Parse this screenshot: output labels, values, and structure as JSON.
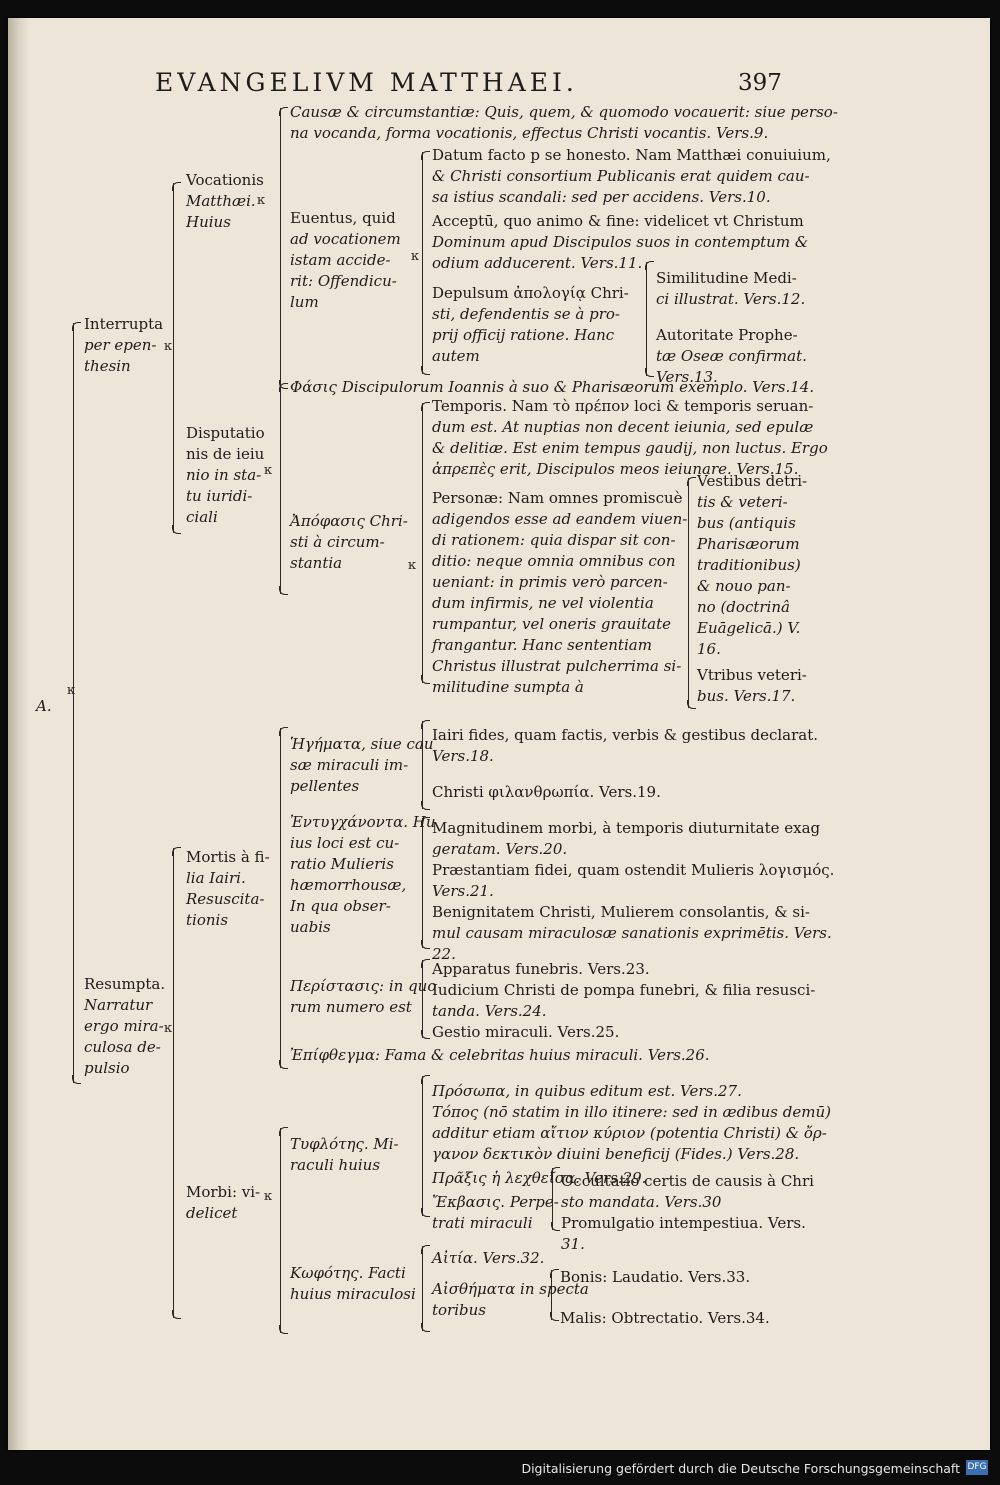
{
  "header": {
    "title": "EVANGELIVM MATTHAEI.",
    "page_number": "397"
  },
  "root_label": "A.",
  "interrupta": {
    "label": [
      "Interrupta",
      "per epen-",
      "thesin"
    ],
    "vocationis": {
      "label": [
        "Vocationis",
        "Matthæi.",
        "Huius"
      ],
      "causae": [
        "Causæ & circumstantiæ: Quis, quem, & quomodo vocauerit: siue perso-",
        "na vocanda, forma vocationis, effectus Christi vocantis. Vers.9."
      ],
      "eventus": {
        "label": [
          "Euentus, quid",
          "ad vocationem",
          "istam accide-",
          "rit: Offendicu-",
          "lum"
        ],
        "datum": [
          "Datum facto p se honesto. Nam Matthæi conuiuium,",
          "& Christi consortium Publicanis erat quidem cau-",
          "sa istius scandali: sed per accidens. Vers.10."
        ],
        "acceptum": [
          "Acceptū, quo animo & fine: videlicet vt Christum",
          "Dominum apud Discipulos suos in contemptum &",
          "odium adducerent. Vers.11."
        ],
        "depulsum": {
          "label": [
            "Depulsum ἀπολογίᾳ Chri-",
            "sti, defendentis se à pro-",
            "prij officij ratione. Hanc",
            "autem"
          ],
          "similitudine": [
            "Similitudine Medi-",
            "ci illustrat. Vers.12."
          ],
          "autoritate": [
            "Autoritate Prophe-",
            "tæ Oseæ confirmat.",
            "Vers.13."
          ]
        }
      }
    },
    "disputatio": {
      "label": [
        "Disputatio",
        "nis de ieiu",
        "nio in sta-",
        "tu iuridi-",
        "ciali"
      ],
      "phasis": "Φάσις Discipulorum Ioannis à suo & Pharisæorum exemplo. Vers.14.",
      "temporis": [
        "Temporis. Nam τὸ πρέπον loci & temporis seruan-",
        "dum est. At nuptias non decent ieiunia, sed epulæ",
        "& delitiæ. Est enim tempus gaudij, non luctus. Ergo",
        "ἀπρεπὲς erit, Discipulos meos ieiunare. Vers.15."
      ],
      "apophasis": [
        "Ἀπόφασις Chri-",
        "sti à circum-",
        "stantia"
      ],
      "personae": [
        "Personæ: Nam omnes promiscuè",
        "adigendos esse ad eandem viuen-",
        "di rationem: quia dispar sit con-",
        "ditio: neque omnia omnibus con",
        "ueniant: in primis verò parcen-",
        "dum infirmis, ne vel violentia",
        "rumpantur, vel oneris grauitate",
        "frangantur. Hanc sententiam",
        "Christus illustrat pulcherrima si-",
        "militudine sumpta à"
      ],
      "vestibus": [
        "Vestibus detri-",
        "tis & veteri-",
        "bus (antiquis",
        "Pharisæorum",
        "traditionibus)",
        "& nouo pan-",
        "no (doctrinâ",
        "Euāgelicā.) V.",
        "16."
      ],
      "vtribus": [
        "Vtribus veteri-",
        "bus. Vers.17."
      ]
    }
  },
  "resumpta": {
    "label": [
      "Resumpta.",
      "Narratur",
      "ergo mira-",
      "culosa de-",
      "pulsio"
    ],
    "mortis": {
      "label": [
        "Mortis à fi-",
        "lia Iairi.",
        "Resuscita-",
        "tionis"
      ],
      "hegemata": {
        "label": [
          "Ἡγήματα, siue cau",
          "sæ miraculi im-",
          "pellentes"
        ],
        "iairi": [
          "Iairi fides, quam factis, verbis & gestibus declarat.",
          "Vers.18."
        ],
        "christi": "Christi φιλανθρωπία. Vers.19."
      },
      "entynchanonta": {
        "label": [
          "Ἐντυγχάνοντα. Hu",
          "ius loci est cu-",
          "ratio Mulieris",
          "hæmorrhousæ,",
          "In qua obser-",
          "uabis"
        ],
        "magnitudinem": [
          "Magnitudinem morbi, à temporis diuturnitate exag",
          "geratam. Vers.20."
        ],
        "praestantiam": [
          "Præstantiam fidei, quam ostendit Mulieris λογισμός.",
          "Vers.21."
        ],
        "benignitatem": [
          "Benignitatem Christi, Mulierem consolantis, & si-",
          "mul causam miraculosæ sanationis exprimētis. Vers.",
          "22."
        ]
      },
      "peristasis": {
        "label": [
          "Περίστασις: in quo",
          "rum numero est"
        ],
        "apparatus": "Apparatus funebris. Vers.23.",
        "iudicium": [
          "Iudicium Christi de pompa funebri, & filia resusci-",
          "tanda. Vers.24."
        ],
        "gestio": "Gestio miraculi. Vers.25."
      },
      "epiphonema": "Ἐπίφθεγμα: Fama & celebritas huius miraculi. Vers.26."
    },
    "morbi": {
      "label": [
        "Morbi: vi-",
        "delicet"
      ],
      "typhlotes": {
        "label": [
          "Τυφλότης. Mi-",
          "raculi huius"
        ],
        "prosopa": "Πρόσωπα, in quibus editum est. Vers.27.",
        "topos": [
          "Τόπος (nō statim in illo itinere: sed in ædibus demū)",
          "additur etiam αἴτιον κύριον (potentia Christi) & ὄρ-",
          "γανον δεκτικὸν diuini beneficij (Fides.) Vers.28."
        ],
        "praxis": "Πρᾶξις ἡ λεχθεῖσα. Vers.29.",
        "exodos": {
          "label": [
            "Ἔκβασις. Perpe-",
            "trati miraculi"
          ],
          "occultatio": [
            "Occultatio certis de causis à Chri",
            "sto mandata. Vers.30"
          ],
          "promulgatio": [
            "Promulgatio intempestiua. Vers.",
            "31."
          ]
        }
      },
      "kophotes": {
        "label": [
          "Κωφότης. Facti",
          "huius miraculosi"
        ],
        "aitia": "Αἰτία. Vers.32.",
        "aisthemata": {
          "label": [
            "Αἰσθήματα in specta",
            "toribus"
          ],
          "bonis": "Bonis: Laudatio. Vers.33.",
          "malis": "Malis: Obtrectatio. Vers.34."
        }
      }
    }
  },
  "footer": {
    "text": "Digitalisierung gefördert durch die Deutsche Forschungsgemeinschaft",
    "logo": "DFG"
  }
}
